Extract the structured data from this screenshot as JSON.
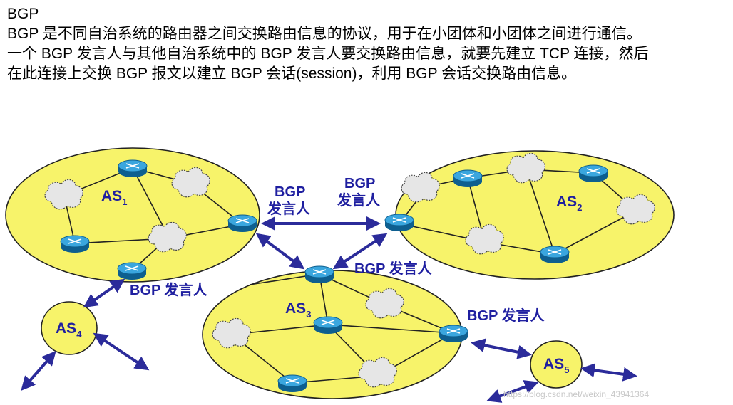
{
  "text": {
    "title": "BGP",
    "line1": "BGP 是不同自治系统的路由器之间交换路由信息的协议，用于在小团体和小团体之间进行通信。",
    "line2": "一个 BGP 发言人与其他自治系统中的 BGP 发言人要交换路由信息，就要先建立 TCP 连接，然后",
    "line3": "在此连接上交换 BGP 报文以建立 BGP 会话(session)，利用 BGP 会话交换路由信息。"
  },
  "diagram": {
    "as_labels": {
      "as1": {
        "base": "AS",
        "sub": "1"
      },
      "as2": {
        "base": "AS",
        "sub": "2"
      },
      "as3": {
        "base": "AS",
        "sub": "3"
      },
      "as4": {
        "base": "AS",
        "sub": "4"
      },
      "as5": {
        "base": "AS",
        "sub": "5"
      }
    },
    "speaker_labels": {
      "bgp_word": "BGP",
      "speaker_word": "发言人",
      "inline": "BGP 发言人"
    },
    "colors": {
      "as_fill": "#f7f36a",
      "arrow": "#2b2b9a",
      "router": "#1f8ac0",
      "text": "#1f1fa0"
    },
    "watermark": "https://blog.csdn.net/weixin_43941364"
  }
}
